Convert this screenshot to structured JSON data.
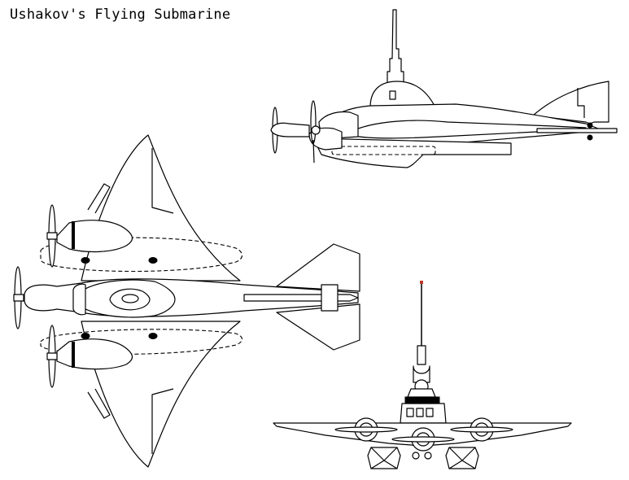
{
  "title": "Ushakov's Flying Submarine",
  "colors": {
    "line": "#000000",
    "background": "#ffffff"
  },
  "views": [
    "side-view",
    "top-view",
    "front-view"
  ]
}
